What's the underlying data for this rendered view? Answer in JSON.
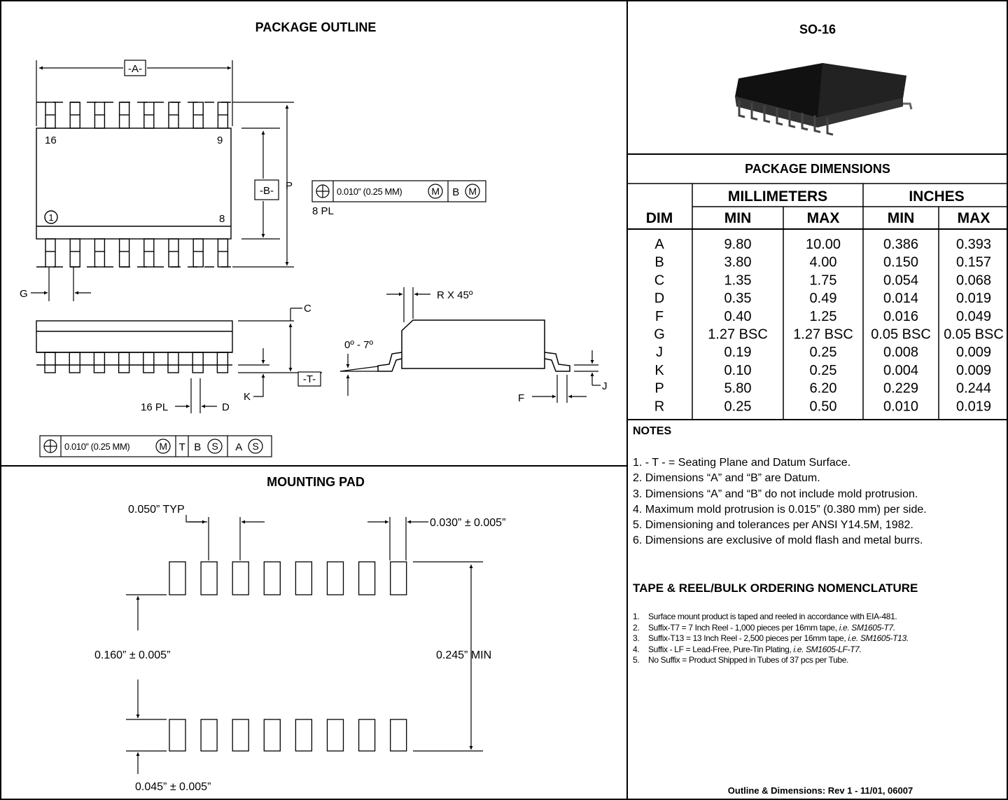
{
  "left": {
    "package_outline_title": "PACKAGE OUTLINE",
    "mounting_pad_title": "MOUNTING PAD",
    "outline_labels": {
      "datum_a": "-A-",
      "datum_b": "-B-",
      "datum_t": "-T-",
      "pin16": "16",
      "pin9": "9",
      "pin1": "1",
      "pin8": "8",
      "p": "P",
      "g": "G",
      "c": "C",
      "k": "K",
      "d": "D",
      "f": "F",
      "j": "J",
      "pl16": "16 PL",
      "pl8": "8 PL",
      "angle": "0º - 7º",
      "chamfer": "R X 45º"
    },
    "fcf_top": {
      "tol": "0.010” (0.25 MM)",
      "m": "M",
      "b": "B",
      "m2": "M"
    },
    "fcf_bottom": {
      "tol": "0.010” (0.25 MM)",
      "m": "M",
      "t": "T",
      "b": "B",
      "s": "S",
      "a": "A",
      "s2": "S"
    },
    "pad_labels": {
      "typ": "0.050” TYP",
      "pad_width": "0.030” ± 0.005”",
      "gap": "0.160” ± 0.005”",
      "span": "0.245” MIN",
      "pad_len": "0.045” ± 0.005”"
    }
  },
  "right": {
    "package_name": "SO-16",
    "dims_title": "PACKAGE DIMENSIONS",
    "headers": {
      "mm": "MILLIMETERS",
      "in": "INCHES",
      "dim": "DIM",
      "min": "MIN",
      "max": "MAX"
    },
    "rows": [
      [
        "A",
        "9.80",
        "10.00",
        "0.386",
        "0.393"
      ],
      [
        "B",
        "3.80",
        "4.00",
        "0.150",
        "0.157"
      ],
      [
        "C",
        "1.35",
        "1.75",
        "0.054",
        "0.068"
      ],
      [
        "D",
        "0.35",
        "0.49",
        "0.014",
        "0.019"
      ],
      [
        "F",
        "0.40",
        "1.25",
        "0.016",
        "0.049"
      ],
      [
        "G",
        "1.27 BSC",
        "1.27 BSC",
        "0.05 BSC",
        "0.05 BSC"
      ],
      [
        "J",
        "0.19",
        "0.25",
        "0.008",
        "0.009"
      ],
      [
        "K",
        "0.10",
        "0.25",
        "0.004",
        "0.009"
      ],
      [
        "P",
        "5.80",
        "6.20",
        "0.229",
        "0.244"
      ],
      [
        "R",
        "0.25",
        "0.50",
        "0.010",
        "0.019"
      ]
    ],
    "notes_title": "NOTES",
    "notes": [
      "1. - T - = Seating Plane and Datum Surface.",
      "2. Dimensions “A” and “B” are Datum.",
      "3. Dimensions “A” and “B” do not include mold protrusion.",
      "4. Maximum mold protrusion is 0.015” (0.380 mm) per side.",
      "5. Dimensioning and tolerances per ANSI Y14.5M, 1982.",
      "6. Dimensions are exclusive of mold flash and metal burrs."
    ],
    "ordering_title": "TAPE & REEL/BULK ORDERING NOMENCLATURE",
    "ordering": [
      {
        "num": "1.",
        "text": "Surface mount product is taped and reeled in accordance with EIA-481.",
        "ex": ""
      },
      {
        "num": "2.",
        "text": "Suffix-T7 = 7 Inch Reel - 1,000 pieces per 16mm tape, ",
        "ex": "i.e. SM1605-T7."
      },
      {
        "num": "3.",
        "text": "Suffix-T13 = 13 Inch Reel - 2,500 pieces per 16mm tape, ",
        "ex": "i.e. SM1605-T13."
      },
      {
        "num": "4.",
        "text": "Suffix - LF = Lead-Free, Pure-Tin Plating, ",
        "ex": "i.e. SM1605-LF-T7."
      },
      {
        "num": "5.",
        "text": "No Suffix = Product Shipped in Tubes of 37 pcs per Tube.",
        "ex": ""
      }
    ],
    "footer": "Outline & Dimensions: Rev 1 - 11/01, 06007"
  }
}
